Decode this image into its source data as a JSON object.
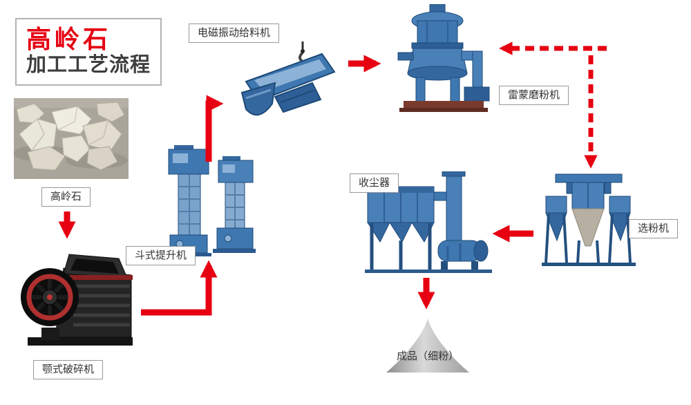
{
  "header": {
    "title_line1": "高岭石",
    "title_line2": "加工工艺流程"
  },
  "nodes": {
    "kaolin_label": "高岭石",
    "jaw_crusher_label": "颚式破碎机",
    "bucket_elevator_label": "斗式提升机",
    "vibrating_feeder_label": "电磁振动给料机",
    "raymond_mill_label": "雷蒙磨粉机",
    "powder_classifier_label": "选粉机",
    "dust_collector_label": "收尘器",
    "final_product_label": "成品（细粉）"
  },
  "edges": [
    {
      "from": "高岭石",
      "to": "颚式破碎机",
      "style": "solid"
    },
    {
      "from": "颚式破碎机",
      "to": "斗式提升机",
      "style": "solid"
    },
    {
      "from": "斗式提升机",
      "to": "电磁振动给料机",
      "style": "solid"
    },
    {
      "from": "电磁振动给料机",
      "to": "雷蒙磨粉机",
      "style": "solid"
    },
    {
      "from": "雷蒙磨粉机",
      "to": "选粉机",
      "style": "dashed"
    },
    {
      "from": "选粉机",
      "to": "雷蒙磨粉机",
      "style": "dashed"
    },
    {
      "from": "选粉机",
      "to": "收尘器",
      "style": "solid"
    },
    {
      "from": "收尘器",
      "to": "成品（细粉）",
      "style": "solid"
    }
  ],
  "colors": {
    "arrow_red": "#e60012",
    "title_red": "#e60012",
    "title_dark": "#3e3e3e",
    "machine_blue": "#3f77b0",
    "machine_blue_dark": "#2e5e96",
    "label_border": "#979797",
    "product_gray": "#a8a8a8"
  }
}
